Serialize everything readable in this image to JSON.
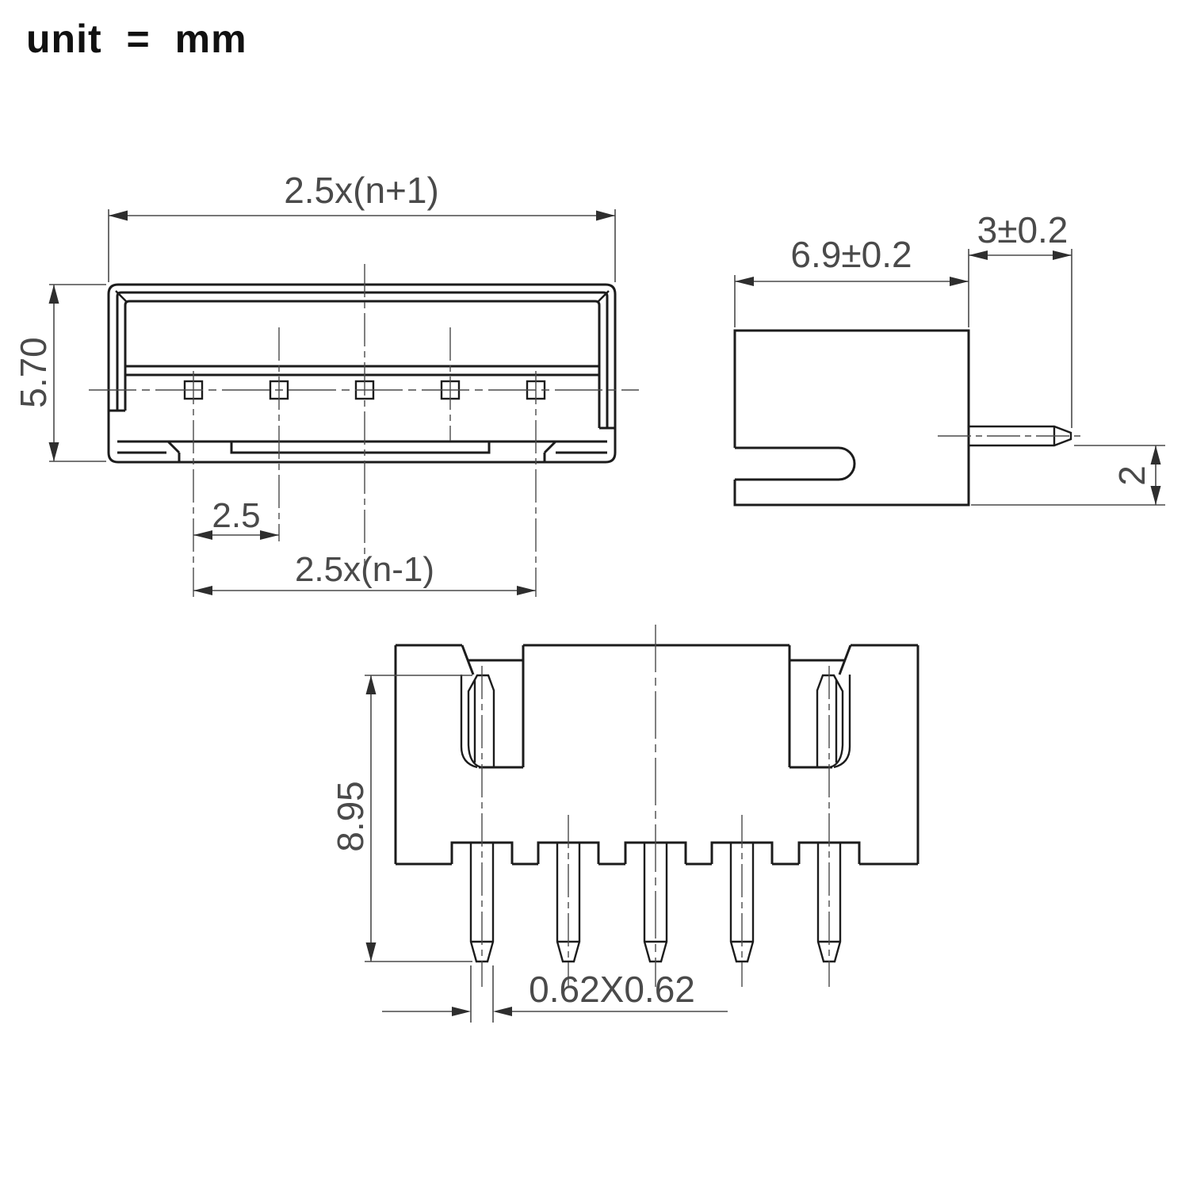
{
  "title": "unit = mm",
  "colors": {
    "background": "#ffffff",
    "outline": "#1c1c1c",
    "dimension": "#4a4a4a"
  },
  "views": {
    "front": {
      "dims": {
        "overall_width": "2.5x(n+1)",
        "body_height": "5.70",
        "pin_pitch": "2.5",
        "pin_span": "2.5x(n-1)"
      }
    },
    "side": {
      "dims": {
        "body_depth": "6.9±0.2",
        "pin_length": "3±0.2",
        "pin_offset": "2"
      }
    },
    "bottom": {
      "dims": {
        "overall_pin_height": "8.95",
        "pin_cross_section": "0.62X0.62"
      }
    }
  }
}
